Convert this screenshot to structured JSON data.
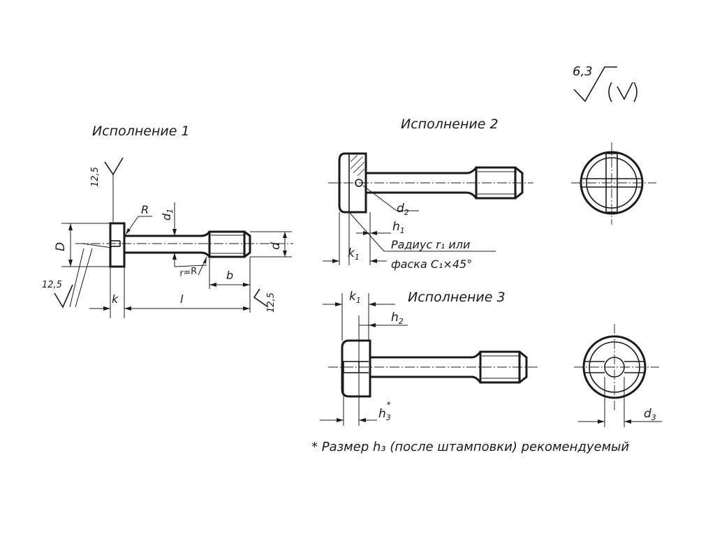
{
  "roughness": {
    "general_value": "6,3",
    "general_symbol": "√(√)",
    "head_top": "12,5",
    "head_side": "12,5",
    "thread_end": "12,5"
  },
  "view1": {
    "title": "Исполнение 1",
    "labels": {
      "D": "D",
      "d1": "d",
      "d1_sub": "1",
      "R": "R",
      "r": "r≈R",
      "d": "d",
      "b": "b",
      "k": "k",
      "l": "l"
    }
  },
  "view2": {
    "title": "Исполнение 2",
    "labels": {
      "d2": "d",
      "d2_sub": "2",
      "h1": "h",
      "h1_sub": "1",
      "k1": "k",
      "k1_sub": "1"
    },
    "note_line1": "Радиус r₁ или",
    "note_line2": "фаска C₁×45°"
  },
  "view3": {
    "title": "Исполнение 3",
    "labels": {
      "k1": "k",
      "k1_sub": "1",
      "h2": "h",
      "h2_sub": "2",
      "h3": "h",
      "h3_sub": "3",
      "h3_star": "*",
      "d3": "d",
      "d3_sub": "3"
    }
  },
  "footnote": "* Размер h₃ (после штамповки) рекомендуемый"
}
